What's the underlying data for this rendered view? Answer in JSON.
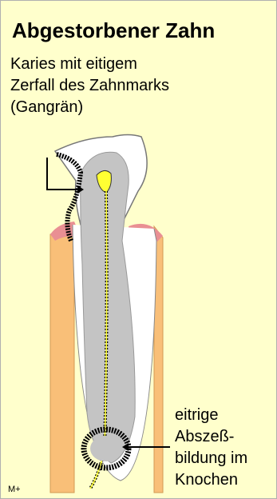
{
  "figure": {
    "title": "Abgestorbener Zahn",
    "caption_top": [
      "Karies mit eitigem",
      "Zerfall des Zahnmarks",
      "(Gangrän)"
    ],
    "caption_bottom": [
      "eitrige",
      "Abszeß-",
      "bildung im",
      "Knochen"
    ],
    "signature": "M+"
  },
  "colors": {
    "background": "#ffffcc",
    "bone": "#f9bf78",
    "gum": "#e98f93",
    "enamel": "#ffffff",
    "dentin": "#c4c4c4",
    "pulp": "#ffff33",
    "decay": "#000000"
  }
}
